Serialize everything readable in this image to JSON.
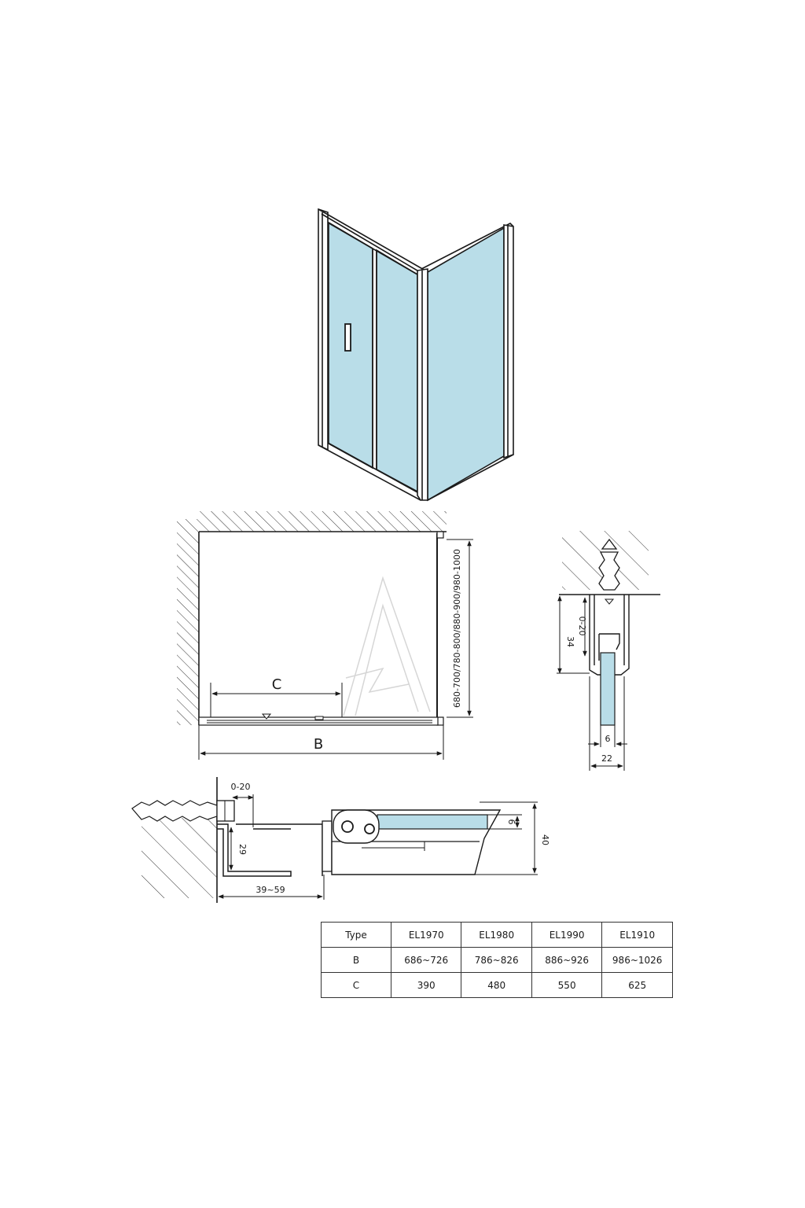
{
  "dimensions": {
    "plan_c": "C",
    "plan_b": "B",
    "plan_height": "680-700/780-800/880-900/980-1000",
    "profile_adjust": "0-20",
    "profile_total": "34",
    "glass_thickness": "6",
    "profile_width": "22",
    "section_adjust": "0-20",
    "section_height": "29",
    "section_range": "39~59",
    "section_glass": "6",
    "section_total": "40"
  },
  "table": {
    "header": [
      "Type",
      "EL1970",
      "EL1980",
      "EL1990",
      "EL1910"
    ],
    "rows": [
      [
        "B",
        "686~726",
        "786~826",
        "886~926",
        "986~1026"
      ],
      [
        "C",
        "390",
        "480",
        "550",
        "625"
      ]
    ]
  },
  "colors": {
    "glass": "#b9dde8",
    "line": "#1a1a1a"
  }
}
